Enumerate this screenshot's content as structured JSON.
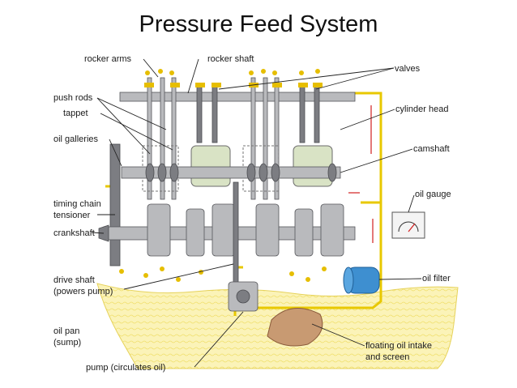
{
  "title": "Pressure Feed System",
  "labels": {
    "rocker_arms": "rocker arms",
    "rocker_shaft": "rocker shaft",
    "valves": "valves",
    "push_rods": "push rods",
    "tappet": "tappet",
    "cylinder_head": "cylinder head",
    "oil_galleries": "oil galleries",
    "camshaft": "camshaft",
    "timing_chain_line1": "timing chain",
    "timing_chain_line2": "tensioner",
    "oil_gauge": "oil gauge",
    "crankshaft": "crankshaft",
    "oil_filter": "oil filter",
    "drive_shaft_line1": "drive shaft",
    "drive_shaft_line2": "(powers pump)",
    "oil_pan_line1": "oil pan",
    "oil_pan_line2": "(sump)",
    "floating_intake_line1": "floating oil intake",
    "floating_intake_line2": "and screen",
    "pump": "pump (circulates oil)"
  },
  "colors": {
    "oil": "#e8c800",
    "oil_pan_fill": "#fbf3b8",
    "metal": "#b9babd",
    "filter": "#3e8fd0",
    "arrow": "#d22020"
  }
}
